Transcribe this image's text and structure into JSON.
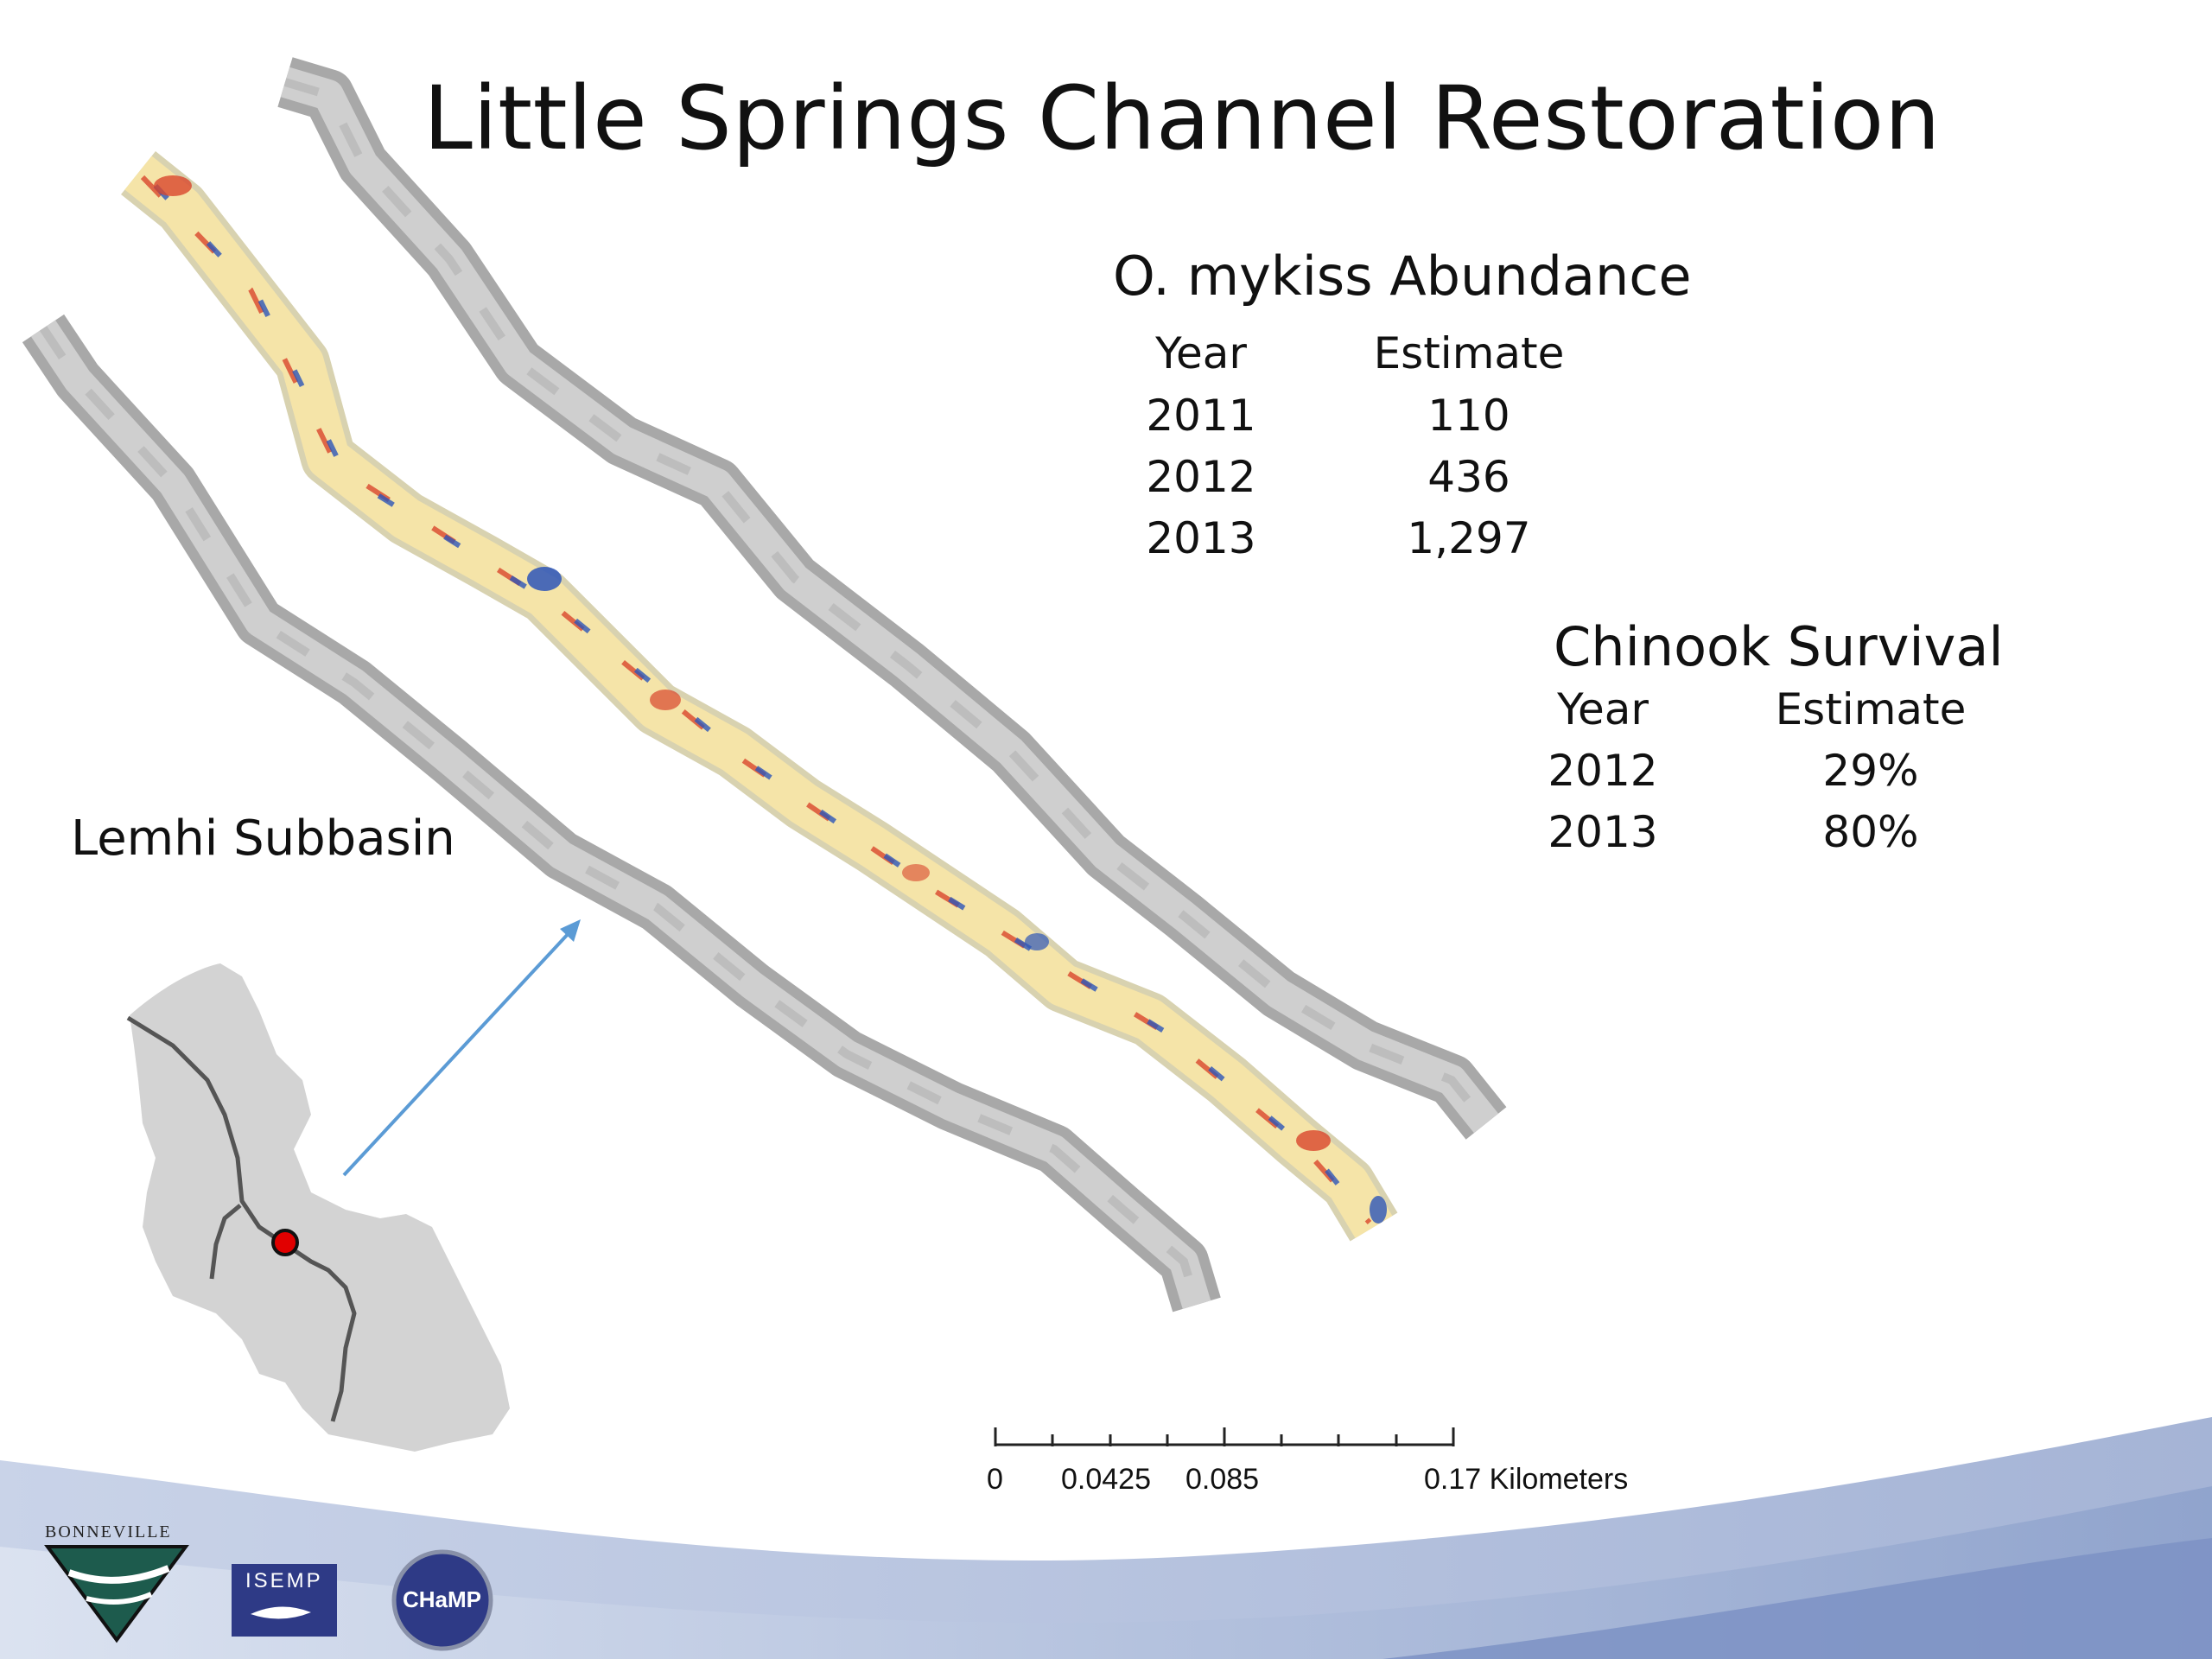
{
  "slide": {
    "title": "Little Springs Channel Restoration"
  },
  "abundance": {
    "heading": "O. mykiss Abundance",
    "col_year": "Year",
    "col_estimate": "Estimate",
    "rows": [
      {
        "year": "2011",
        "estimate": "110"
      },
      {
        "year": "2012",
        "estimate": "436"
      },
      {
        "year": "2013",
        "estimate": "1,297"
      }
    ]
  },
  "survival": {
    "heading": "Chinook Survival",
    "col_year": "Year",
    "col_estimate": "Estimate",
    "rows": [
      {
        "year": "2012",
        "estimate": "29%"
      },
      {
        "year": "2013",
        "estimate": "80%"
      }
    ]
  },
  "map": {
    "basin_label": "Lemhi Subbasin"
  },
  "scale_bar": {
    "ticks": [
      "0",
      "0.0425",
      "0.085",
      "0.17 Kilometers"
    ]
  },
  "logos": {
    "bonneville": "BONNEVILLE",
    "isemp": "ISEMP",
    "champ": "CHaMP"
  },
  "colors": {
    "river_gray": "#b4b4b4",
    "habitat_warm": "#f4dc9a",
    "habitat_red": "#d9462c",
    "habitat_blue": "#2d55b8",
    "arrow": "#5b9bd5",
    "footer_wave": "#a9b9d8",
    "footer_dark": "#7e93c2",
    "logo_navy": "#2e3a86",
    "logo_green": "#1d5b4d"
  }
}
